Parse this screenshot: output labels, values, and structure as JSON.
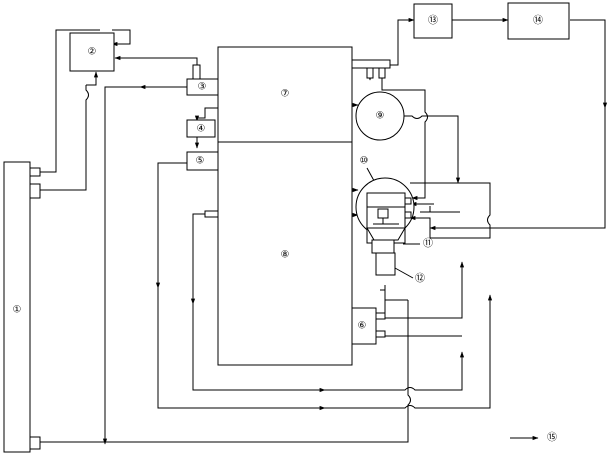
{
  "components": [
    {
      "id": "c1",
      "label": "①"
    },
    {
      "id": "c2",
      "label": "②"
    },
    {
      "id": "c3",
      "label": "③"
    },
    {
      "id": "c4",
      "label": "④"
    },
    {
      "id": "c5",
      "label": "⑤"
    },
    {
      "id": "c6",
      "label": "⑥"
    },
    {
      "id": "c7",
      "label": "⑦"
    },
    {
      "id": "c8",
      "label": "⑧"
    },
    {
      "id": "c9",
      "label": "⑨"
    },
    {
      "id": "c10",
      "label": "⑩"
    },
    {
      "id": "c11",
      "label": "⑪"
    },
    {
      "id": "c12",
      "label": "⑫"
    },
    {
      "id": "c13",
      "label": "⑬"
    },
    {
      "id": "c14",
      "label": "⑭"
    }
  ],
  "legend": {
    "label": "⑮"
  }
}
